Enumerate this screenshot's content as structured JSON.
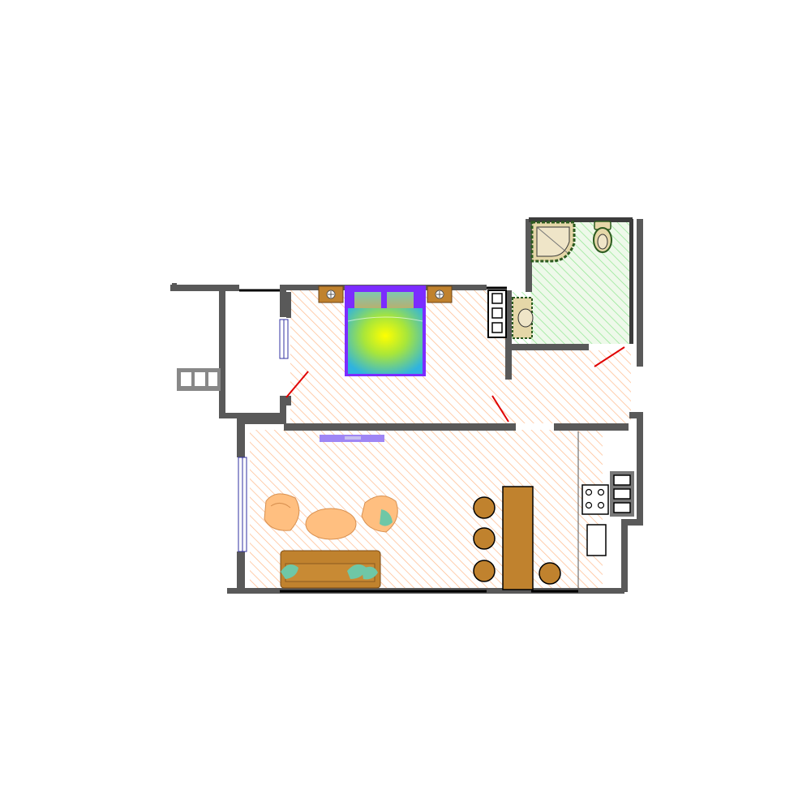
{
  "colors": {
    "wall": "#595959",
    "floor_hatch": "#ffb98a",
    "bath_hatch": "#8fe58f",
    "bath_fill": "#e8f8e4",
    "bed_frame": "#7b2cff",
    "bed_gradient_center": "#ffff00",
    "bed_gradient_edge": "#2fb3e0",
    "wood": "#c0822e",
    "sofa_table": "#ffbf80",
    "pillow": "#6fc7a6",
    "door_arc": "#e00000",
    "window": "#3030a0",
    "tv_unit": "#9f86f5"
  },
  "rooms": [
    {
      "name": "bedroom",
      "icon": "bed-icon"
    },
    {
      "name": "bathroom",
      "icon": "toilet-icon"
    },
    {
      "name": "living-room",
      "icon": "sofa-icon"
    },
    {
      "name": "kitchen",
      "icon": "stove-icon"
    },
    {
      "name": "balcony",
      "icon": "radiator-icon"
    }
  ]
}
